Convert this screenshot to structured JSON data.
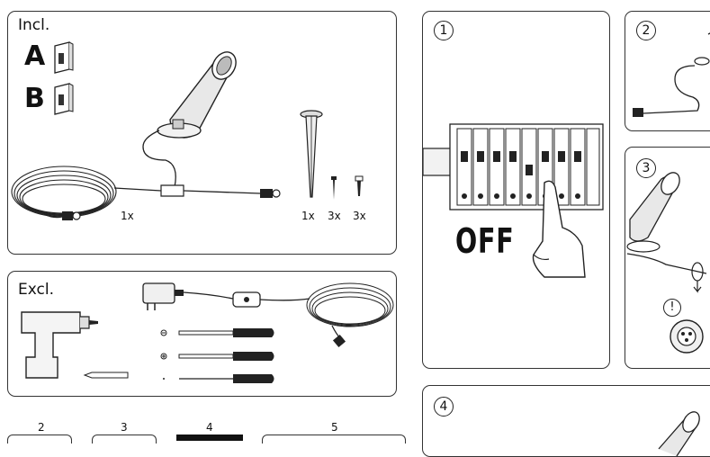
{
  "included": {
    "title": "Incl.",
    "letter_a": "A",
    "letter_b": "B",
    "quantities": [
      "1x",
      "1x",
      "3x",
      "3x"
    ]
  },
  "excluded": {
    "title": "Excl."
  },
  "steps": {
    "step1_number": "1",
    "step1_label": "OFF",
    "step2_number": "2",
    "step3_number": "3",
    "step4_number": "4",
    "warning_symbol": "!"
  },
  "bottom_tabs": [
    "2",
    "3",
    "4",
    "5"
  ]
}
